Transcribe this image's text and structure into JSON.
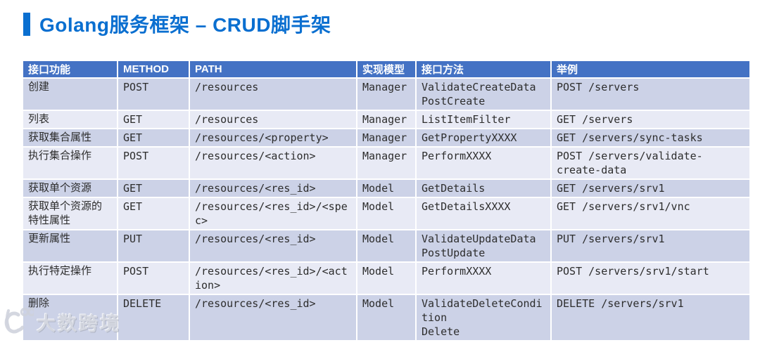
{
  "page": {
    "title": "Golang服务框架 – CRUD脚手架"
  },
  "colors": {
    "title_accent": "#0a6fd0",
    "header_bg": "#4472c4",
    "row_dark": "#ccd2e7",
    "row_light": "#e8eaf5"
  },
  "table": {
    "headers": [
      "接口功能",
      "METHOD",
      "PATH",
      "实现模型",
      "接口方法",
      "举例"
    ],
    "rows": [
      {
        "feature": "创建",
        "method": "POST",
        "path": "/resources",
        "model": "Manager",
        "api_methods": "ValidateCreateData\nPostCreate",
        "example": "POST /servers"
      },
      {
        "feature": "列表",
        "method": "GET",
        "path": "/resources",
        "model": "Manager",
        "api_methods": "ListItemFilter",
        "example": "GET /servers"
      },
      {
        "feature": "获取集合属性",
        "method": "GET",
        "path": "/resources/<property>",
        "model": "Manager",
        "api_methods": "GetPropertyXXXX",
        "example": "GET /servers/sync-tasks"
      },
      {
        "feature": "执行集合操作",
        "method": "POST",
        "path": "/resources/<action>",
        "model": "Manager",
        "api_methods": "PerformXXXX",
        "example": "POST /servers/validate-create-data"
      },
      {
        "feature": "获取单个资源",
        "method": "GET",
        "path": "/resources/<res_id>",
        "model": "Model",
        "api_methods": "GetDetails",
        "example": "GET /servers/srv1"
      },
      {
        "feature": "获取单个资源的特性属性",
        "method": "GET",
        "path": "/resources/<res_id>/<spec>",
        "model": "Model",
        "api_methods": "GetDetailsXXXX",
        "example": "GET /servers/srv1/vnc"
      },
      {
        "feature": "更新属性",
        "method": "PUT",
        "path": "/resources/<res_id>",
        "model": "Model",
        "api_methods": "ValidateUpdateData\nPostUpdate",
        "example": "PUT /servers/srv1"
      },
      {
        "feature": "执行特定操作",
        "method": "POST",
        "path": "/resources/<res_id>/<action>",
        "model": "Model",
        "api_methods": "PerformXXXX",
        "example": "POST /servers/srv1/start"
      },
      {
        "feature": "删除",
        "method": "DELETE",
        "path": "/resources/<res_id>",
        "model": "Model",
        "api_methods": "ValidateDeleteCondition\nDelete",
        "example": "DELETE /servers/srv1"
      }
    ]
  },
  "watermark": {
    "text": "大数跨境"
  }
}
